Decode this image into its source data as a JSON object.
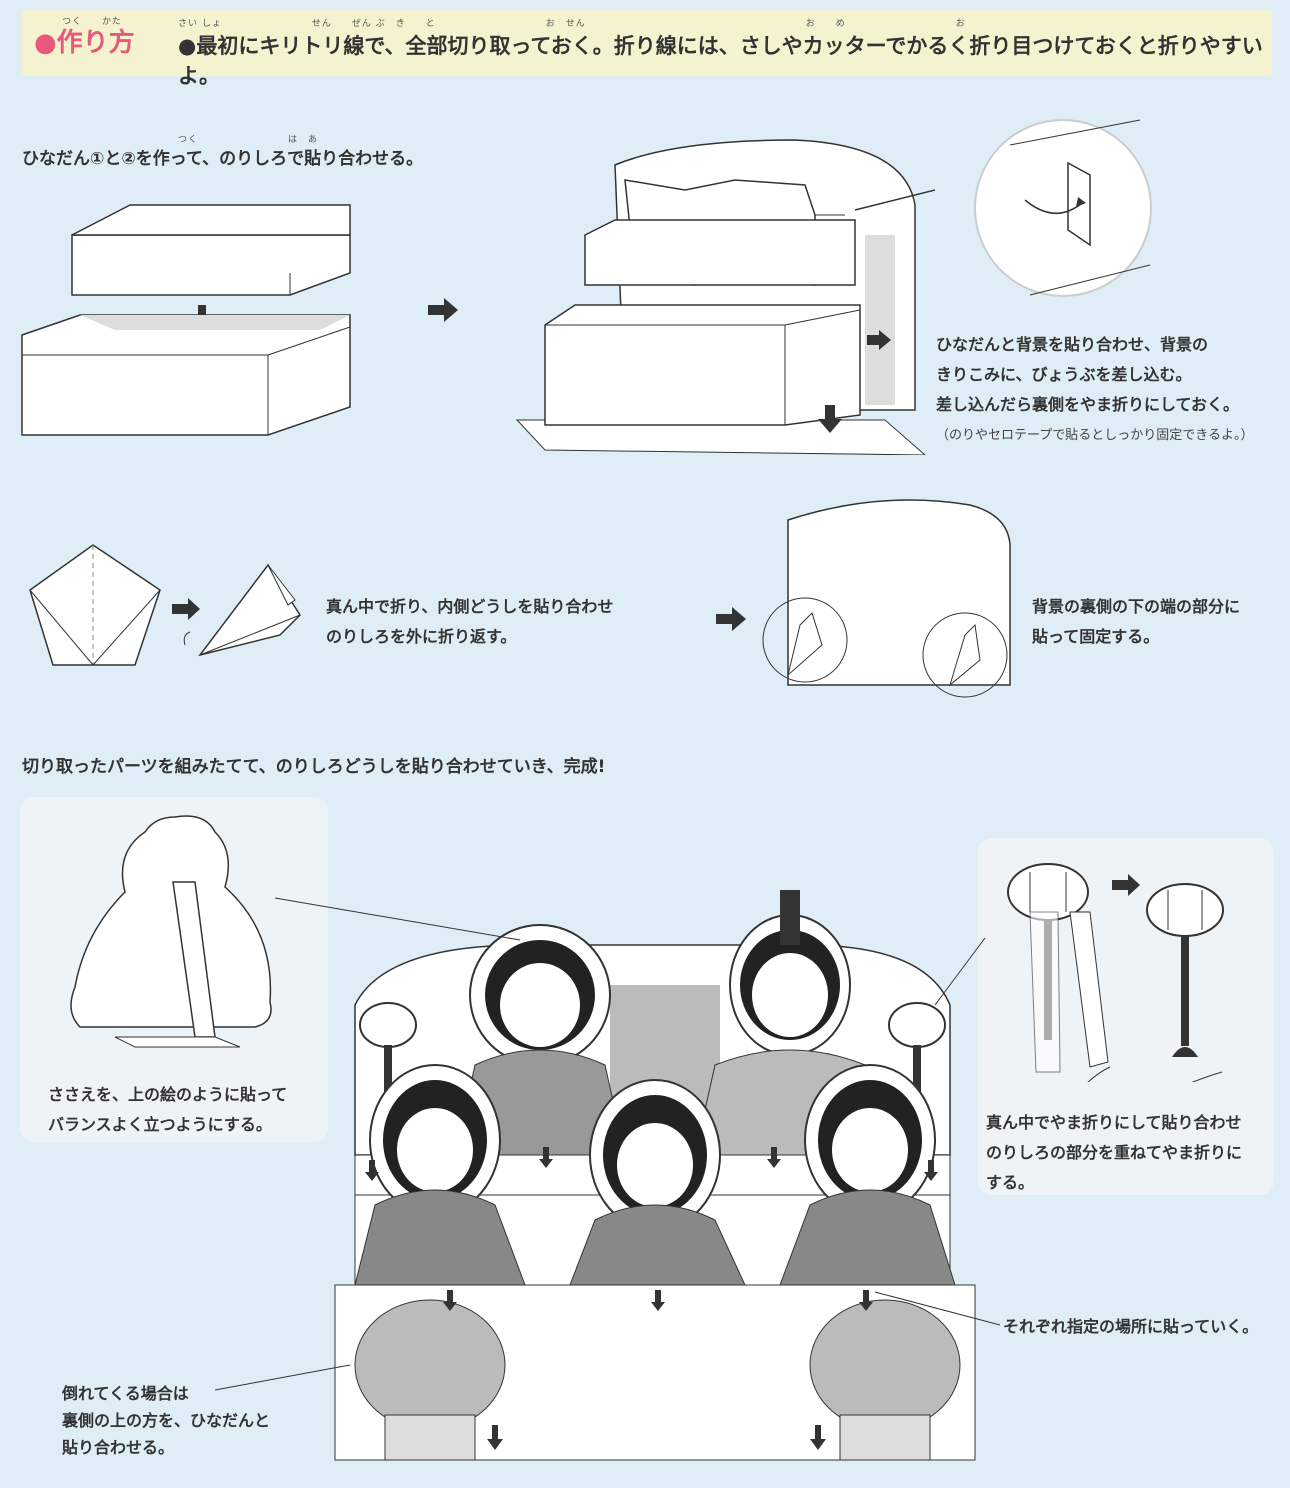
{
  "header": {
    "title": "●作り方",
    "title_ruby": "つく　　かた",
    "intro": "●最初にキリトリ線で、全部切り取っておく。折り線には、さしやカッターでかるく折り目つけておくと折りやすいよ。",
    "intro_ruby": "さい しょ　　　　　　　　　せん　　ぜん ぶ　き　　と　　　　　　　　　　　お　せん　　　　　　　　　　　　　　　　　　　　　　お　　め　　　　　　　　　　　お"
  },
  "steps": {
    "step1": "ひなだん①と②を作って、のりしろで貼り合わせる。",
    "step1_ruby": "つく　　　　　　　　　は　あ",
    "step2_lines": [
      "ひなだんと背景を貼り合わせ、背景の",
      "きりこみに、びょうぶを差し込む。",
      "差し込んだら裏側をやま折りにしておく。"
    ],
    "step2_note": "（のりやセロテープで貼るとしっかり固定できるよ。）",
    "step3_lines": [
      "真ん中で折り、内側どうしを貼り合わせ",
      "のりしろを外に折り返す。"
    ],
    "step4_lines": [
      "背景の裏側の下の端の部分に",
      "貼って固定する。"
    ],
    "step5": "切り取ったパーツを組みたてて、のりしろどうしを貼り合わせていき、完成!",
    "support_lines": [
      "ささえを、上の絵のように貼って",
      "バランスよく立つようにする。"
    ],
    "lantern_lines": [
      "真ん中でやま折りにして貼り合わせ",
      "のりしろの部分を重ねてやま折りに",
      "する。"
    ],
    "place_note": "それぞれ指定の場所に貼っていく。",
    "fall_lines": [
      "倒れてくる場合は",
      "裏側の上の方を、ひなだんと",
      "貼り合わせる。"
    ]
  },
  "colors": {
    "background": "#dfedf6",
    "header_bg": "#f5f3cf",
    "title": "#e8587a"
  }
}
